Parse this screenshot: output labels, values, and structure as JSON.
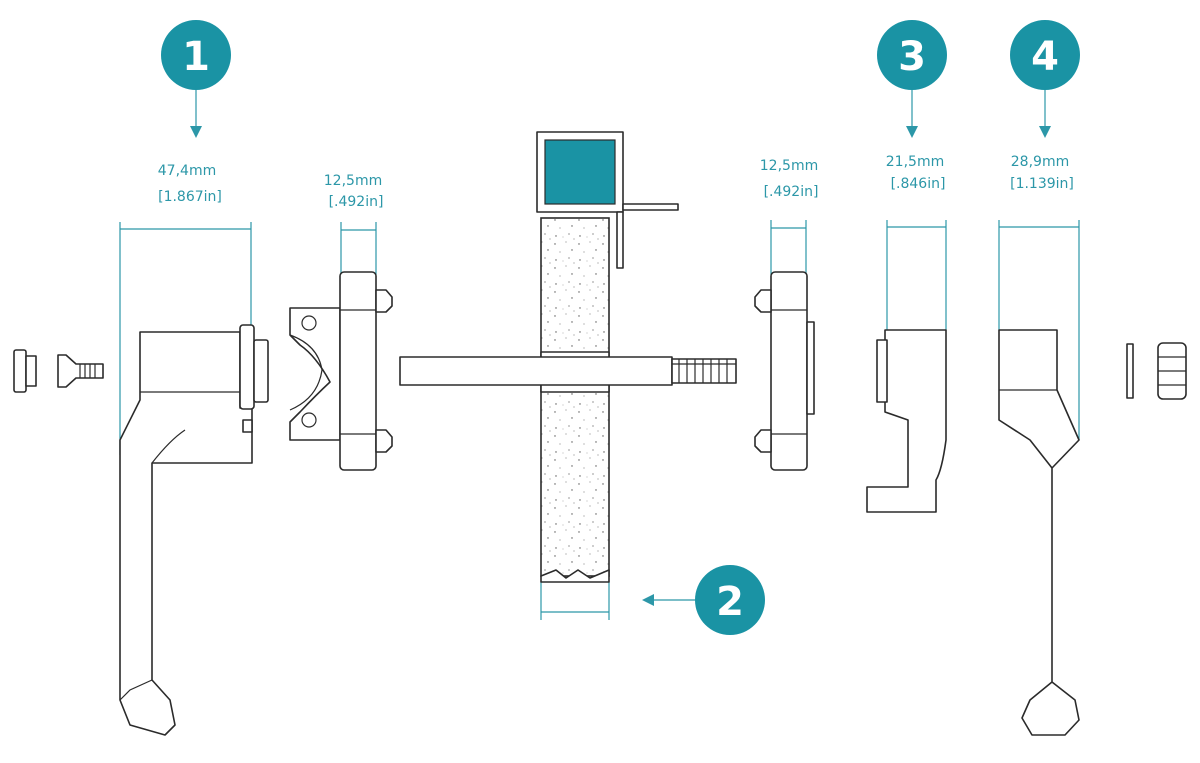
{
  "colors": {
    "accent": "#1a93a4",
    "line": "#2b2b2b",
    "dimension": "#2c97a8"
  },
  "callouts": {
    "c1": "1",
    "c2": "2",
    "c3": "3",
    "c4": "4"
  },
  "dimensions": {
    "d1": {
      "metric": "47,4mm",
      "imperial": "[1.867in]"
    },
    "d2": {
      "metric": "12,5mm",
      "imperial": "[.492in]"
    },
    "d3": {
      "metric": "12,5mm",
      "imperial": "[.492in]"
    },
    "d4": {
      "metric": "21,5mm",
      "imperial": "[.846in]"
    },
    "d5": {
      "metric": "28,9mm",
      "imperial": "[1.139in]"
    }
  }
}
